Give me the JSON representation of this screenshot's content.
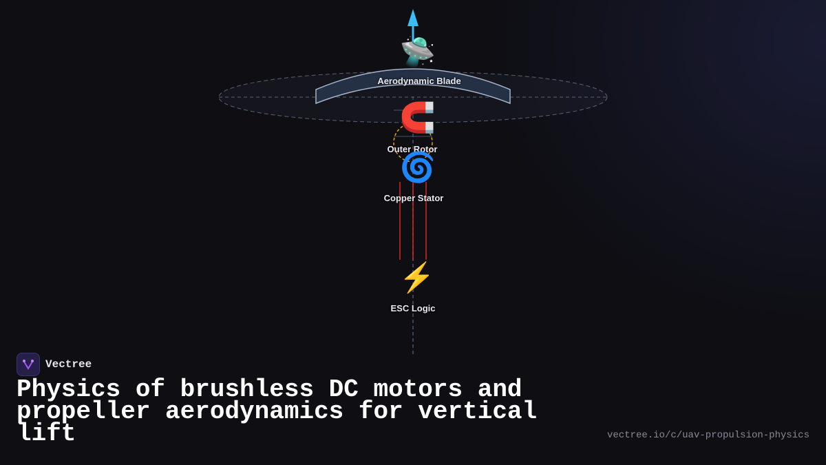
{
  "diagram": {
    "nodes": [
      {
        "id": "blade",
        "label": "Aerodynamic Blade",
        "icon": "flying-saucer-icon",
        "glyph": "🛸"
      },
      {
        "id": "rotor",
        "label": "Outer Rotor",
        "icon": "magnet-icon",
        "glyph": "🧲"
      },
      {
        "id": "stator",
        "label": "Copper Stator",
        "icon": "cyclone-icon",
        "glyph": "🌀"
      },
      {
        "id": "esc",
        "label": "ESC Logic",
        "icon": "lightning-icon",
        "glyph": "⚡"
      }
    ],
    "colors": {
      "thrust_arrow": "#38bdf8",
      "blade_fill": "#243044",
      "blade_stroke": "#a8b4c8",
      "rotor_orbit": "#f59e0b",
      "wires": "#dc2626",
      "axis": "#475569"
    }
  },
  "brand": {
    "name": "Vectree",
    "logo_color": "#a855f7"
  },
  "title": "Physics of brushless DC motors and propeller aerodynamics for vertical lift",
  "url": "vectree.io/c/uav-propulsion-physics"
}
